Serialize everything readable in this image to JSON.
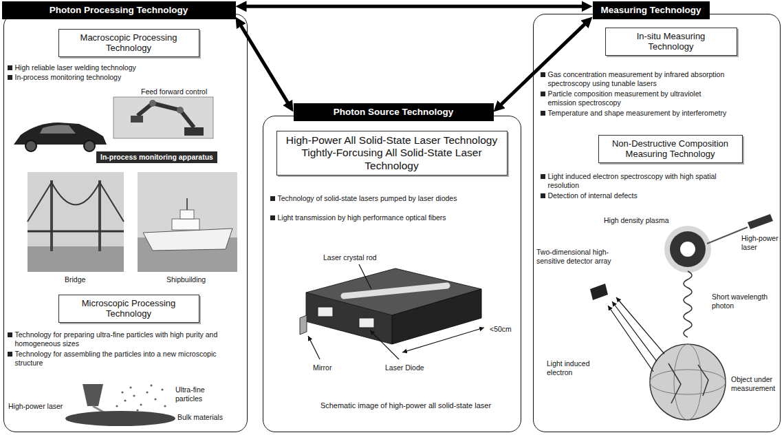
{
  "diagram": {
    "nodes": [
      {
        "text": [
          "High reliable laser welding technology",
          "In-process monitoring technology",
          "Technology for preparing ultra-fine particles with high purity and homogeneous sizes",
          "Technology for assembling the particles into a new microscopic structure"
        ]
      },
      {
        "text": [
          "Photon Processing Technology"
        ],
        "in": 0
      },
      {
        "text": [
          "Macroscopic Processing Technology"
        ],
        "in": 0
      },
      {
        "text": [
          "Microscopic Processing Technology"
        ],
        "in": 0
      },
      {
        "text": [
          "Technology of solid-state lasers pumped by laser diodes",
          "Light transmission by high performance optical fibers"
        ]
      },
      {
        "text": [
          "Photon Source Technology"
        ],
        "in": 4
      },
      {
        "text": [
          "High-Power All Solid-State Laser Technology",
          "Tightly-Forcusing All Solid-State Laser Technology"
        ],
        "in": 4
      },
      {
        "text": [
          "Gas concentration measurement by infrared absorption spectroscopy using tunable lasers",
          "Particle composition measurement by ultraviolet emission spectroscopy",
          "Temperature and shape measurement by interferometry",
          "Light induced electron spectroscopy with high spatial resolution",
          "Detection of internal defects"
        ]
      },
      {
        "text": [
          "Measuring Technology"
        ],
        "in": 7
      },
      {
        "text": [
          "In-situ Measuring Technology"
        ],
        "in": 7
      },
      {
        "text": [
          "Non-Destructive Composition Measuring Technology"
        ],
        "in": 7
      }
    ],
    "edges": [
      {
        "from": 1,
        "to": 8,
        "arrow": "both"
      },
      {
        "from": 1,
        "to": 5,
        "arrow": "both"
      },
      {
        "from": 5,
        "to": 8,
        "arrow": "both"
      }
    ],
    "labels": [
      "Feed forward control",
      "In-process monitoring apparatus",
      "Bridge",
      "Shipbuilding",
      "Ultra-fine particles",
      "High-power laser",
      "Bulk materials",
      "Laser crystal rod",
      "<50cm",
      "Mirror",
      "Laser Diode",
      "Schematic image of high-power all solid-state laser",
      "High density plasma",
      "High-power laser",
      "Two-dimensional high-sensitive detector array",
      "Short wavelength photon",
      "Light induced electron",
      "Object under measurement"
    ]
  }
}
